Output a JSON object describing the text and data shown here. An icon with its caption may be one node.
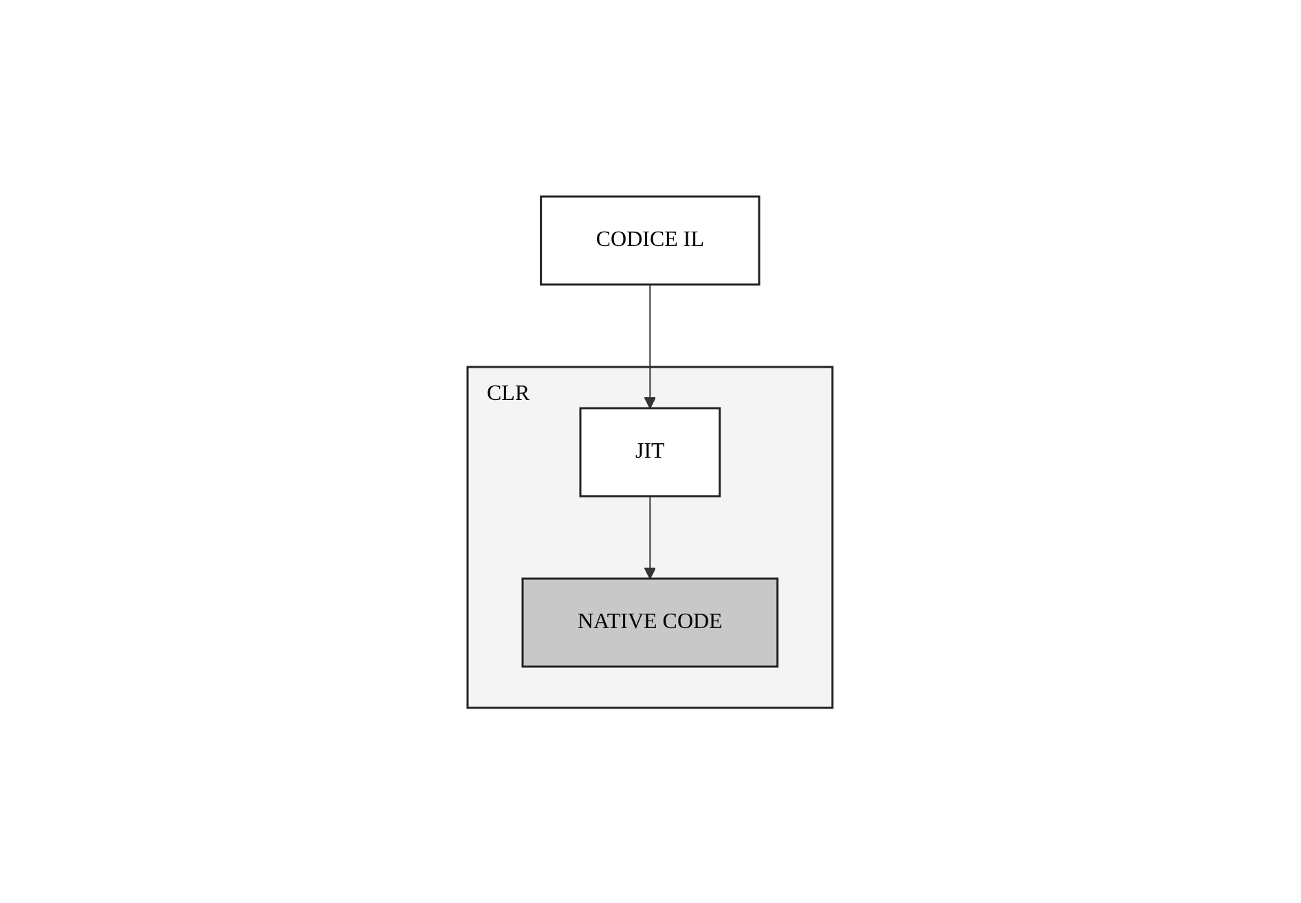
{
  "diagram": {
    "nodes": [
      {
        "text": [
          "CODICE IL"
        ]
      },
      {
        "text": [
          "CLR"
        ]
      },
      {
        "text": [
          "JIT"
        ],
        "in": 1
      },
      {
        "text": [
          "NATIVE CODE"
        ],
        "in": 1
      }
    ],
    "edges": [
      {
        "from": 0,
        "to": 2,
        "arrow": "to"
      },
      {
        "from": 2,
        "to": 3,
        "arrow": "to"
      }
    ]
  }
}
